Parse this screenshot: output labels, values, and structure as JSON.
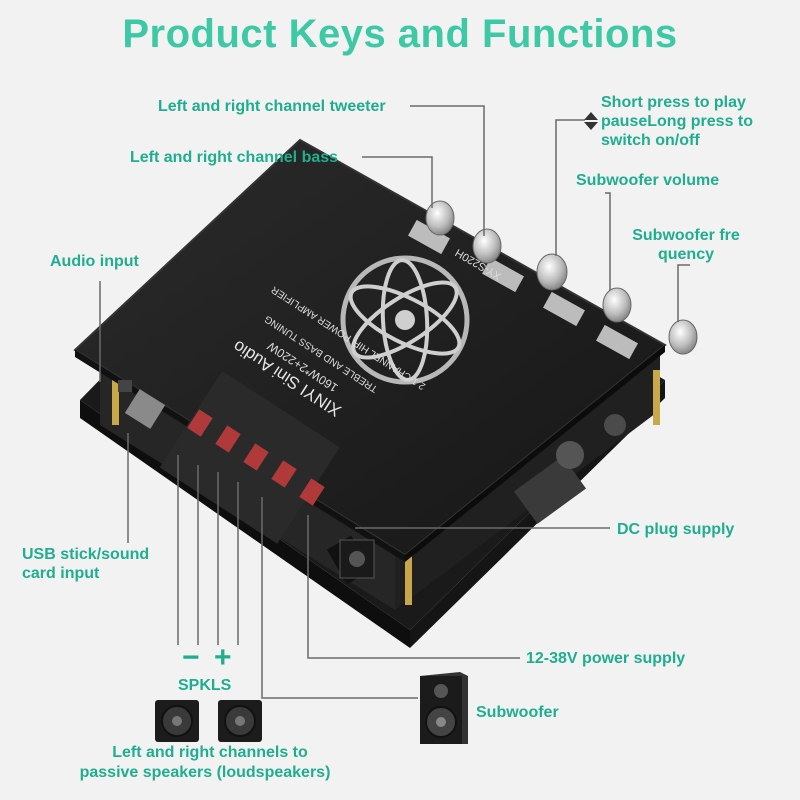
{
  "title": "Product Keys and Functions",
  "board": {
    "model": "XY-S220H",
    "brand": "XINYI Sini Audio",
    "spec_line1": "160W*2+220W",
    "spec_line2": "TREBLE AND BASS TUNING",
    "spec_line3": "2.1 CHANNEL HIFI POWER AMPLIFIER"
  },
  "labels": {
    "tweeter": "Left and right channel tweeter",
    "bass": "Left and right channel bass",
    "play_line1": "Short press to play",
    "play_line2": "pauseLong press to",
    "play_line3": "switch on/off",
    "sub_volume": "Subwoofer volume",
    "sub_freq_line1": "Subwoofer fre",
    "sub_freq_line2": "quency",
    "audio_input": "Audio input",
    "usb_line1": "USB stick/sound",
    "usb_line2": "card input",
    "dc_plug": "DC plug supply",
    "power_supply": "12-38V power supply",
    "subwoofer": "Subwoofer",
    "minus": "−",
    "plus": "+",
    "spkls": "SPKLS",
    "speakers_line1": "Left and right channels to",
    "speakers_line2": "passive speakers (loudspeakers)"
  },
  "colors": {
    "accent": "#1fae8f",
    "title": "#3ec9a6",
    "board": "#1e1e1e",
    "leader": "#6a6a6a"
  }
}
